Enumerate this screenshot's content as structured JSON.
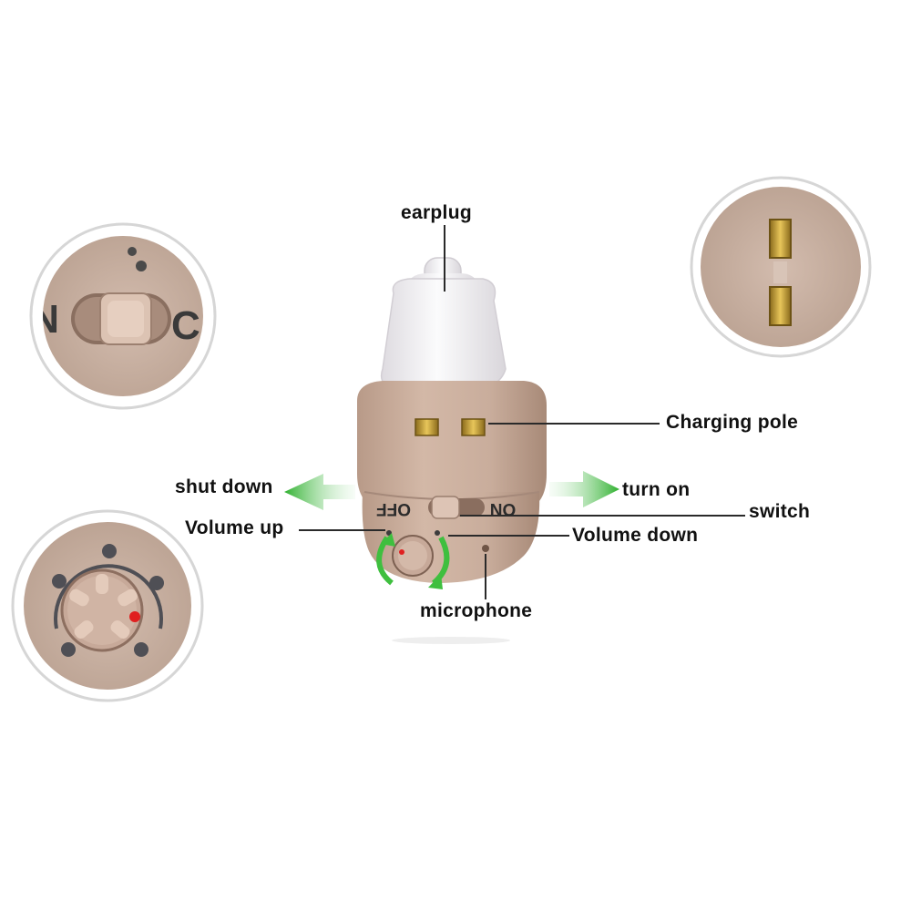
{
  "labels": {
    "earplug": "earplug",
    "charging_pole": "Charging pole",
    "shut_down": "shut down",
    "turn_on": "turn on",
    "switch": "switch",
    "volume_up": "Volume up",
    "volume_down": "Volume down",
    "microphone": "microphone"
  },
  "device_markings": {
    "off": "OFF",
    "on": "ON"
  },
  "colors": {
    "device_body": "#c9ad9c",
    "earplug": "#eeecee",
    "gold_contact": "#c8a33c",
    "arrow_green": "#3fbf3f",
    "red_dot": "#e02020",
    "label_text": "#111111"
  }
}
